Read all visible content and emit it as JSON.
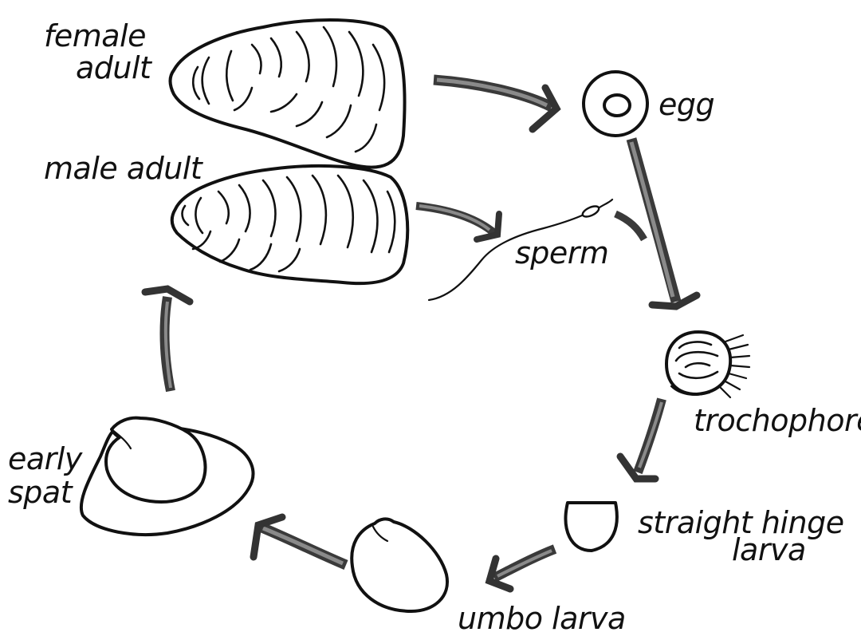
{
  "labels": {
    "female_adult_line1": "female",
    "female_adult_line2": "adult",
    "male_adult": "male adult",
    "egg": "egg",
    "sperm": "sperm",
    "trochophore": "trochophore",
    "straight_hinge_line1": "straight hinge",
    "straight_hinge_line2": "larva",
    "umbo_larva": "umbo larva",
    "early_spat_line1": "early",
    "early_spat_line2": "spat"
  }
}
